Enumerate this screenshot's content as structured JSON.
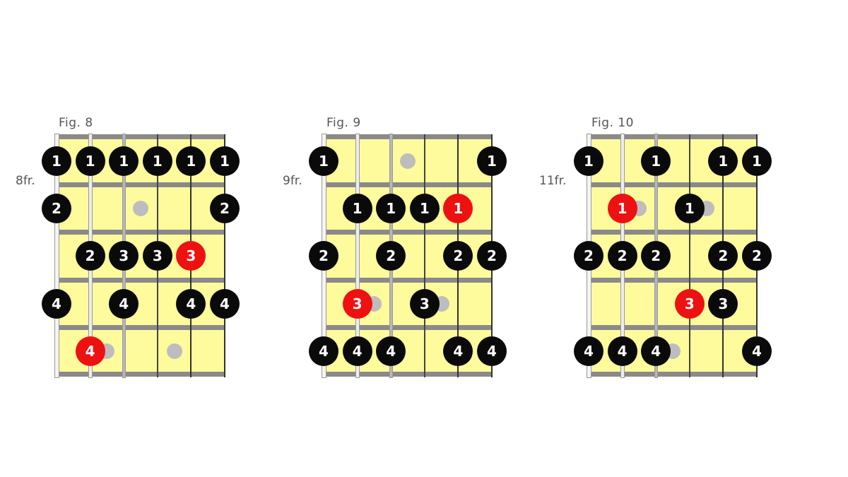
{
  "colors": {
    "board": "#fdfb9c",
    "fret": "#8a8a8a",
    "note": "#0a0a0a",
    "root": "#ee1111",
    "ghost": "#bdbdbd"
  },
  "figures": [
    {
      "title": "Fig. 8",
      "fret_label": "8fr.",
      "notes": [
        {
          "row": 0,
          "string": 0,
          "finger": "1",
          "root": false
        },
        {
          "row": 0,
          "string": 1,
          "finger": "1",
          "root": false
        },
        {
          "row": 0,
          "string": 2,
          "finger": "1",
          "root": false
        },
        {
          "row": 0,
          "string": 3,
          "finger": "1",
          "root": false
        },
        {
          "row": 0,
          "string": 4,
          "finger": "1",
          "root": false
        },
        {
          "row": 0,
          "string": 5,
          "finger": "1",
          "root": false
        },
        {
          "row": 1,
          "string": 0,
          "finger": "2",
          "root": false
        },
        {
          "row": 1,
          "string": 5,
          "finger": "2",
          "root": false
        },
        {
          "row": 2,
          "string": 1,
          "finger": "2",
          "root": false
        },
        {
          "row": 2,
          "string": 2,
          "finger": "3",
          "root": false
        },
        {
          "row": 2,
          "string": 3,
          "finger": "3",
          "root": false
        },
        {
          "row": 2,
          "string": 4,
          "finger": "3",
          "root": true
        },
        {
          "row": 3,
          "string": 0,
          "finger": "4",
          "root": false
        },
        {
          "row": 3,
          "string": 2,
          "finger": "4",
          "root": false
        },
        {
          "row": 3,
          "string": 4,
          "finger": "4",
          "root": false
        },
        {
          "row": 3,
          "string": 5,
          "finger": "4",
          "root": false
        },
        {
          "row": 4,
          "string": 1,
          "finger": "4",
          "root": true
        }
      ],
      "ghosts": [
        {
          "row": 1,
          "string": 2.5
        },
        {
          "row": 4,
          "string": 1.5
        },
        {
          "row": 4,
          "string": 3.5
        }
      ]
    },
    {
      "title": "Fig. 9",
      "fret_label": "9fr.",
      "notes": [
        {
          "row": 0,
          "string": 0,
          "finger": "1",
          "root": false
        },
        {
          "row": 0,
          "string": 5,
          "finger": "1",
          "root": false
        },
        {
          "row": 1,
          "string": 1,
          "finger": "1",
          "root": false
        },
        {
          "row": 1,
          "string": 2,
          "finger": "1",
          "root": false
        },
        {
          "row": 1,
          "string": 3,
          "finger": "1",
          "root": false
        },
        {
          "row": 1,
          "string": 4,
          "finger": "1",
          "root": true
        },
        {
          "row": 2,
          "string": 0,
          "finger": "2",
          "root": false
        },
        {
          "row": 2,
          "string": 2,
          "finger": "2",
          "root": false
        },
        {
          "row": 2,
          "string": 4,
          "finger": "2",
          "root": false
        },
        {
          "row": 2,
          "string": 5,
          "finger": "2",
          "root": false
        },
        {
          "row": 3,
          "string": 1,
          "finger": "3",
          "root": true
        },
        {
          "row": 3,
          "string": 3,
          "finger": "3",
          "root": false
        },
        {
          "row": 4,
          "string": 0,
          "finger": "4",
          "root": false
        },
        {
          "row": 4,
          "string": 1,
          "finger": "4",
          "root": false
        },
        {
          "row": 4,
          "string": 2,
          "finger": "4",
          "root": false
        },
        {
          "row": 4,
          "string": 4,
          "finger": "4",
          "root": false
        },
        {
          "row": 4,
          "string": 5,
          "finger": "4",
          "root": false
        }
      ],
      "ghosts": [
        {
          "row": 0,
          "string": 2.5
        },
        {
          "row": 3,
          "string": 1.5
        },
        {
          "row": 3,
          "string": 3.5
        }
      ]
    },
    {
      "title": "Fig. 10",
      "fret_label": "11fr.",
      "notes": [
        {
          "row": 0,
          "string": 0,
          "finger": "1",
          "root": false
        },
        {
          "row": 0,
          "string": 2,
          "finger": "1",
          "root": false
        },
        {
          "row": 0,
          "string": 4,
          "finger": "1",
          "root": false
        },
        {
          "row": 0,
          "string": 5,
          "finger": "1",
          "root": false
        },
        {
          "row": 1,
          "string": 1,
          "finger": "1",
          "root": true
        },
        {
          "row": 1,
          "string": 3,
          "finger": "1",
          "root": false
        },
        {
          "row": 2,
          "string": 0,
          "finger": "2",
          "root": false
        },
        {
          "row": 2,
          "string": 1,
          "finger": "2",
          "root": false
        },
        {
          "row": 2,
          "string": 2,
          "finger": "2",
          "root": false
        },
        {
          "row": 2,
          "string": 4,
          "finger": "2",
          "root": false
        },
        {
          "row": 2,
          "string": 5,
          "finger": "2",
          "root": false
        },
        {
          "row": 3,
          "string": 3,
          "finger": "3",
          "root": true
        },
        {
          "row": 3,
          "string": 4,
          "finger": "3",
          "root": false
        },
        {
          "row": 4,
          "string": 0,
          "finger": "4",
          "root": false
        },
        {
          "row": 4,
          "string": 1,
          "finger": "4",
          "root": false
        },
        {
          "row": 4,
          "string": 2,
          "finger": "4",
          "root": false
        },
        {
          "row": 4,
          "string": 5,
          "finger": "4",
          "root": false
        }
      ],
      "ghosts": [
        {
          "row": 1,
          "string": 1.5
        },
        {
          "row": 1,
          "string": 3.5
        },
        {
          "row": 4,
          "string": 2.5
        }
      ]
    }
  ]
}
